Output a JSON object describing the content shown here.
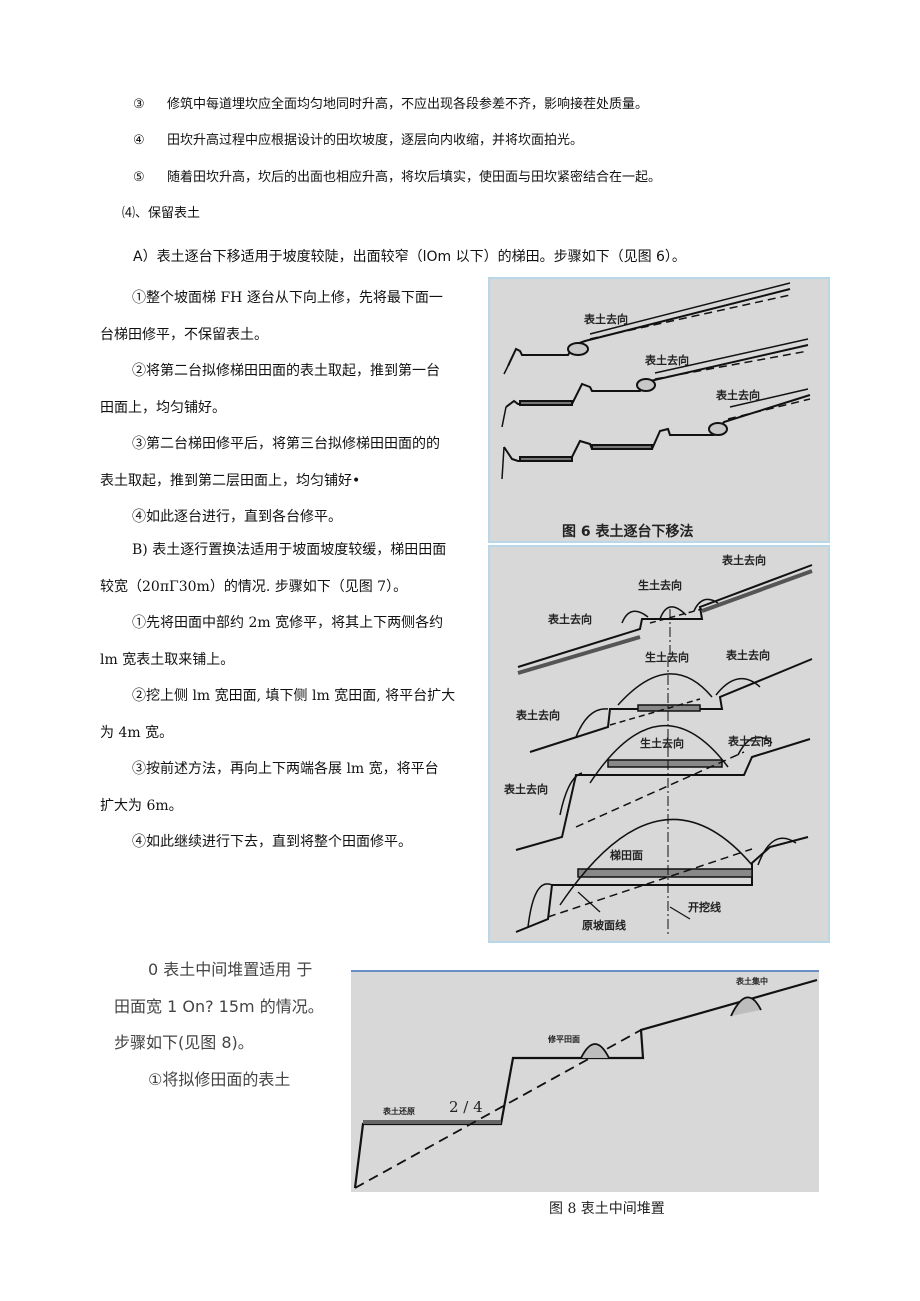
{
  "top_items": [
    {
      "marker": "③",
      "text": "修筑中每道埋坎应全面均匀地同时升高，不应出现各段参差不齐，影响接茬处质量。"
    },
    {
      "marker": "④",
      "text": "田坎升高过程中应根据设计的田坎坡度，逐层向内收缩，并将坎面拍光。"
    },
    {
      "marker": "⑤",
      "text": "随着田坎升高，坎后的出面也相应升高，将坎后填实，使田面与田坎紧密结合在一起。"
    }
  ],
  "section_heading": "⑷、保留表土",
  "method_a": {
    "intro": "A）表土逐台下移适用于坡度较陡，出面较窄（lOm 以下）的梯田。步骤如下（见图 6）。",
    "lines": [
      "①整个坡面梯 FH 逐台从下向上修，先将最下面一",
      "台梯田修平，不保留表土。",
      "②将第二台拟修梯田田面的表土取起，推到第一台",
      "田面上，均匀铺好。",
      "③第二台梯田修平后，将第三台拟修梯田田面的的",
      "表土取起，推到第二层田面上，均匀铺好•",
      "④如此逐台进行，直到各台修平。"
    ]
  },
  "method_b": {
    "lines": [
      "B) 表土逐行置换法适用于坡面坡度较缓，梯田田面",
      "较宽（20πΓ30m）的情况. 步骤如下（见图 7）。",
      "①先将田面中部约 2m 宽修平，将其上下两侧各约",
      "lm 宽表土取来铺上。",
      "②挖上侧 lm 宽田面, 填下侧 lm 宽田面, 将平台扩大",
      "为 4m 宽。",
      "③按前述方法，再向上下两端各展 lm 宽，将平台",
      "扩大为 6m。",
      "④如此继续进行下去，直到将整个田面修平。"
    ]
  },
  "method_c": {
    "lines": [
      "0 表土中间堆置适用  于",
      "田面宽 1 On? 15m 的情况。",
      "步骤如下(见图 8)。",
      "①将拟修田面的表土"
    ]
  },
  "figure6": {
    "caption": "图 6   表土逐台下移法",
    "labels": [
      "表土去向",
      "表土去向",
      "表土去向"
    ]
  },
  "figure7": {
    "labels": {
      "topsoil": "表土去向",
      "subsoil": "生土去向",
      "terrace_surface": "梯田面",
      "original_slope": "原坡面线",
      "excavation_line": "开挖线"
    }
  },
  "figure8": {
    "caption": "图 8 衷土中间堆置",
    "labels": {
      "restore": "表土还原",
      "level": "修平田面",
      "gather": "表土集中",
      "page_mark": "2 / 4"
    }
  },
  "colors": {
    "figure_bg": "#d8d8d8",
    "figure_border": "#b8d8e8",
    "text": "#111111"
  }
}
